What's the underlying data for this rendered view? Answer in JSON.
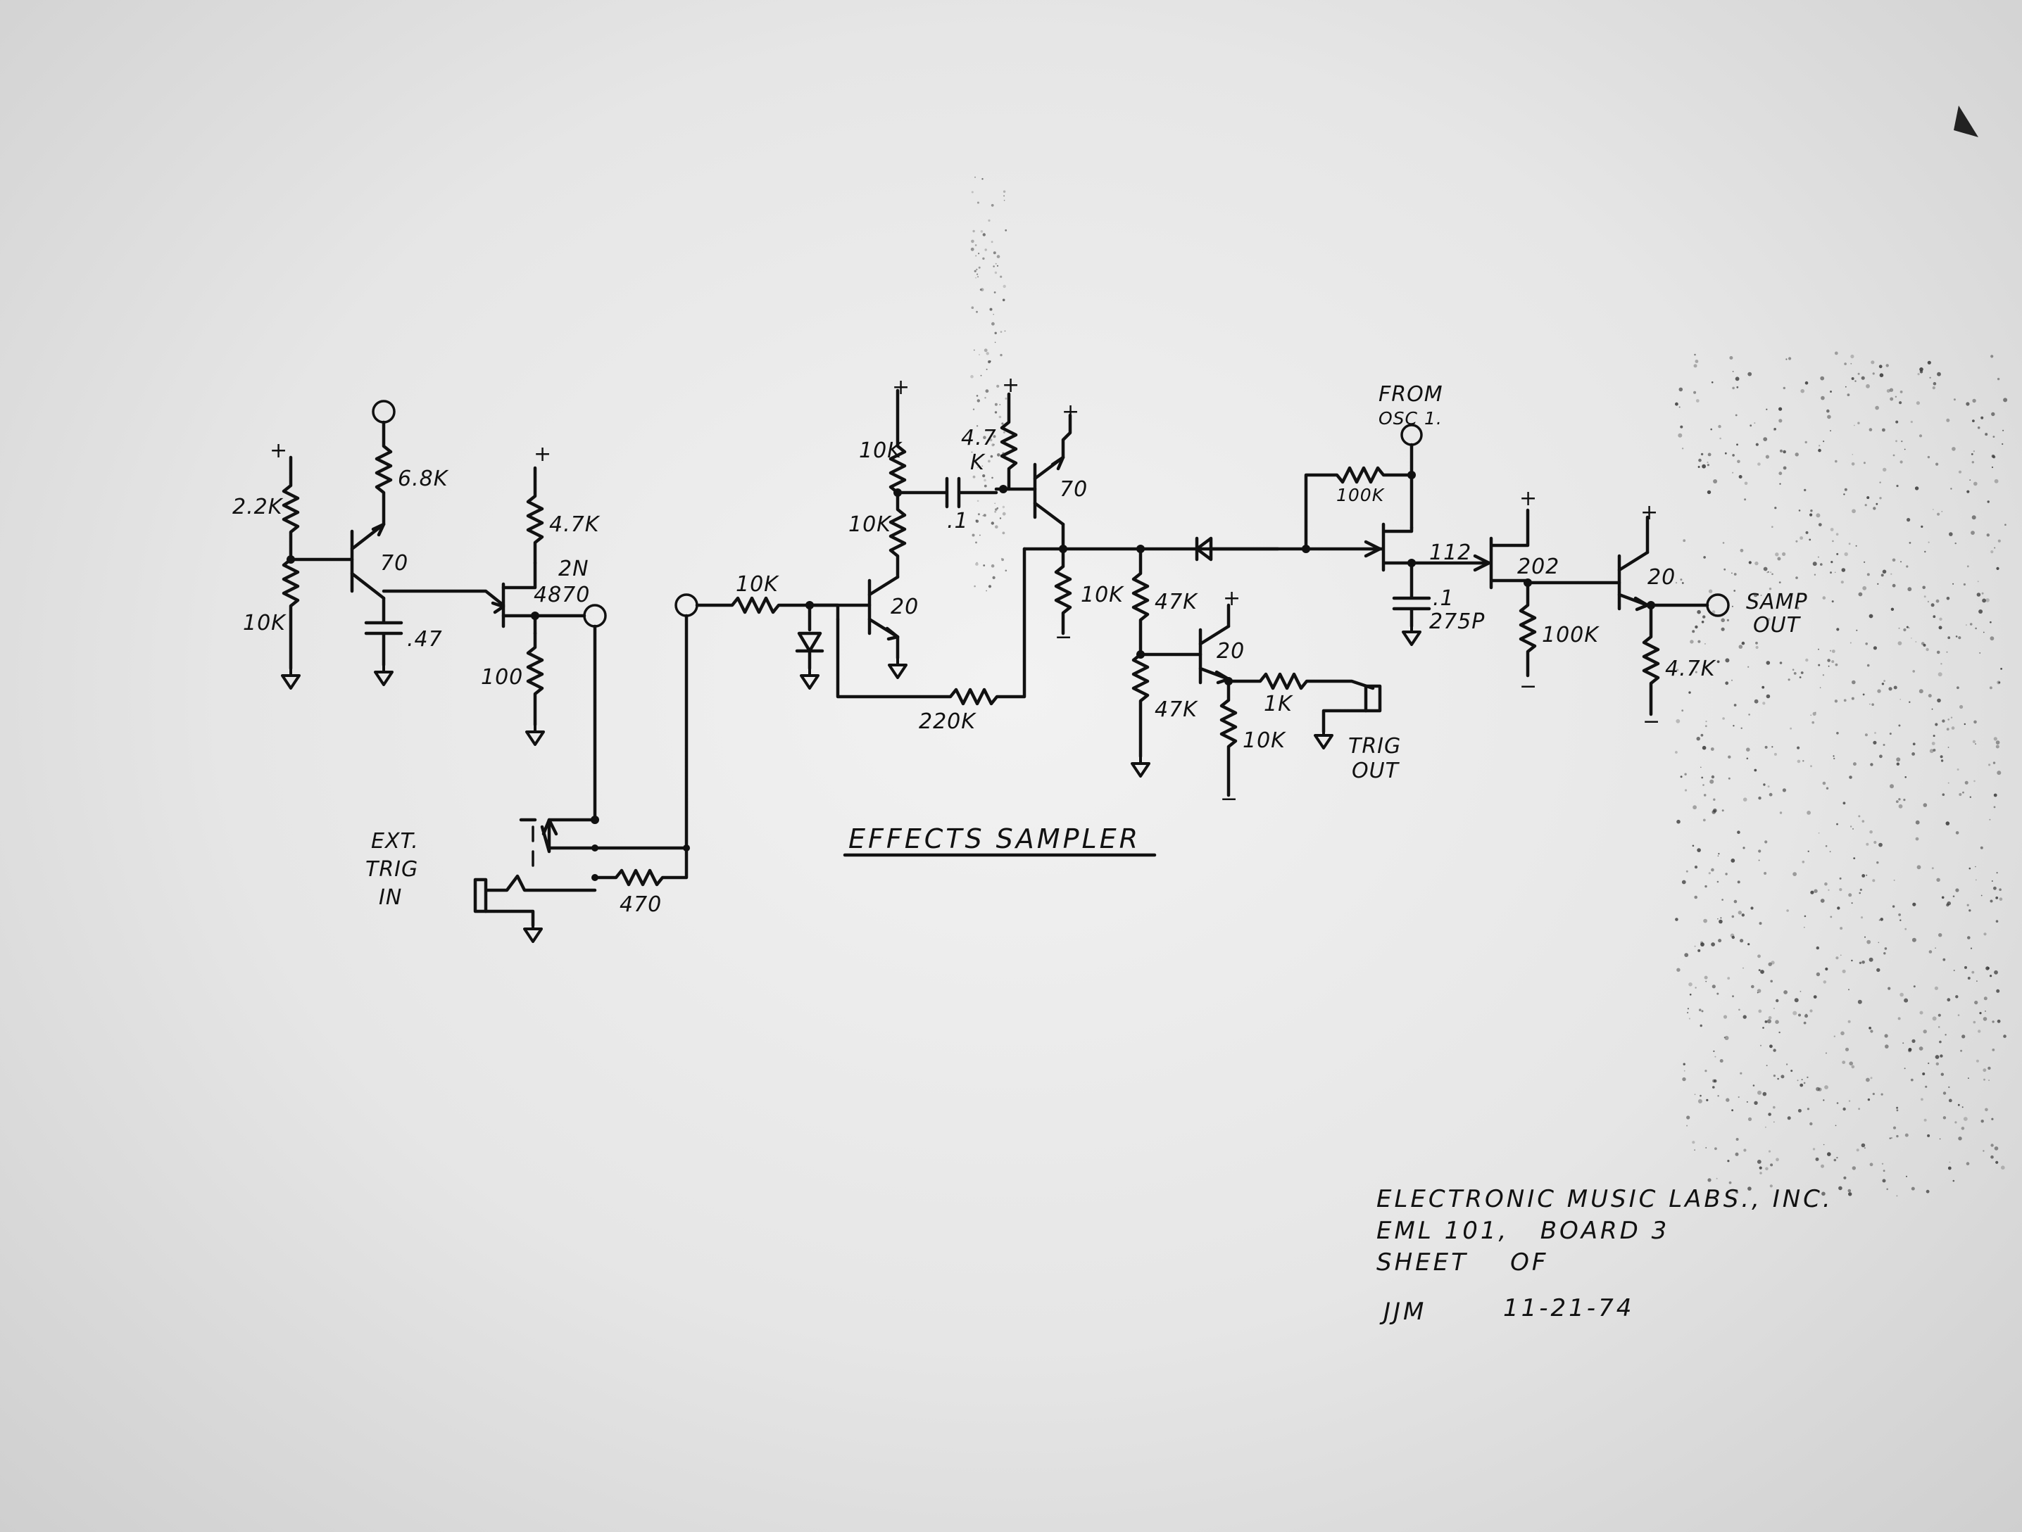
{
  "colors": {
    "ink": "#111111",
    "paper": "#ececec"
  },
  "diagram": {
    "title": "EFFECTS SAMPLER",
    "labels": {
      "r1": "2.2K",
      "r2": "10K",
      "r3": "6.8K",
      "q1": "70",
      "c1": ".47",
      "r4": "4.7K",
      "q2_a": "2N",
      "q2_b": "4870",
      "r5": "100",
      "ext_trig_a": "EXT.",
      "ext_trig_b": "TRIG",
      "ext_trig_c": "IN",
      "r6": "470",
      "r7": "10K",
      "r8": "10K",
      "r9": "10K",
      "r10": "4.7",
      "r10b": "K",
      "c2": ".1",
      "q3": "20",
      "q4": "70",
      "r11": "220K",
      "r12": "10K",
      "r13": "47K",
      "r14": "47K",
      "q5": "20",
      "r15": "1K",
      "r16": "10K",
      "trig_out_a": "TRIG",
      "trig_out_b": "OUT",
      "from_a": "FROM",
      "from_b": "OSC 1.",
      "r17": "100K",
      "q6": "112",
      "c3": ".1",
      "c4": "275P",
      "q7": "202",
      "r18": "100K",
      "q8": "20",
      "r19": "4.7K",
      "samp_a": "SAMP",
      "samp_b": "OUT",
      "plus": "+",
      "minus": "−"
    },
    "title_block": {
      "line1": "ELECTRONIC MUSIC LABS., INC.",
      "line2": "EML 101,   BOARD 3",
      "line3": "SHEET    OF",
      "line4_a": "JJM",
      "line4_b": "11-21-74"
    }
  }
}
